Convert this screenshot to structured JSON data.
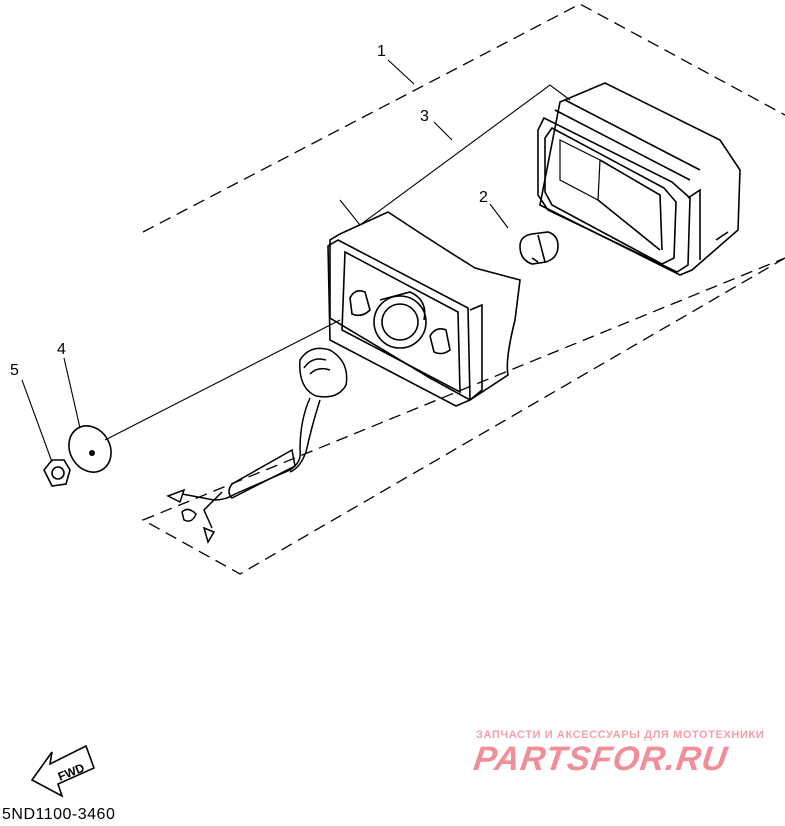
{
  "diagram": {
    "callouts": [
      {
        "id": "1",
        "label": "1"
      },
      {
        "id": "2",
        "label": "2"
      },
      {
        "id": "3",
        "label": "3"
      },
      {
        "id": "4",
        "label": "4"
      },
      {
        "id": "5",
        "label": "5"
      }
    ],
    "direction_badge": "FWD",
    "part_code": "5ND1100-3460"
  },
  "watermark": {
    "tagline": "ЗАПЧАСТИ И АКСЕССУАРЫ ДЛЯ МОТОТЕХНИКИ",
    "brand": "PARTSFOR.RU"
  }
}
